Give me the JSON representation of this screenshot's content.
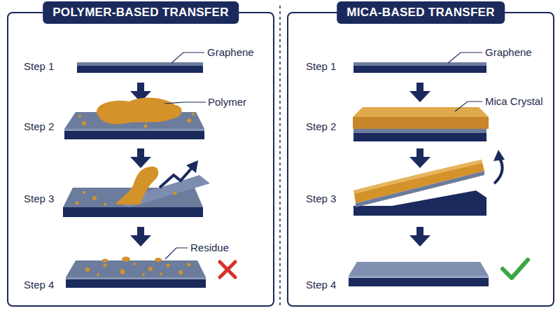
{
  "diagram": {
    "nodes": [
      {
        "text": [
          "POLYMER-BASED TRANSFER"
        ]
      },
      {
        "text": [
          "MICA-BASED TRANSFER"
        ]
      }
    ],
    "labels": [
      "Step 1",
      "Graphene",
      "Step 2",
      "Polymer",
      "Step 3",
      "Step 4",
      "Residue",
      "Step 1",
      "Graphene",
      "Step 2",
      "Mica Crystal",
      "Step 3",
      "Step 4"
    ]
  }
}
